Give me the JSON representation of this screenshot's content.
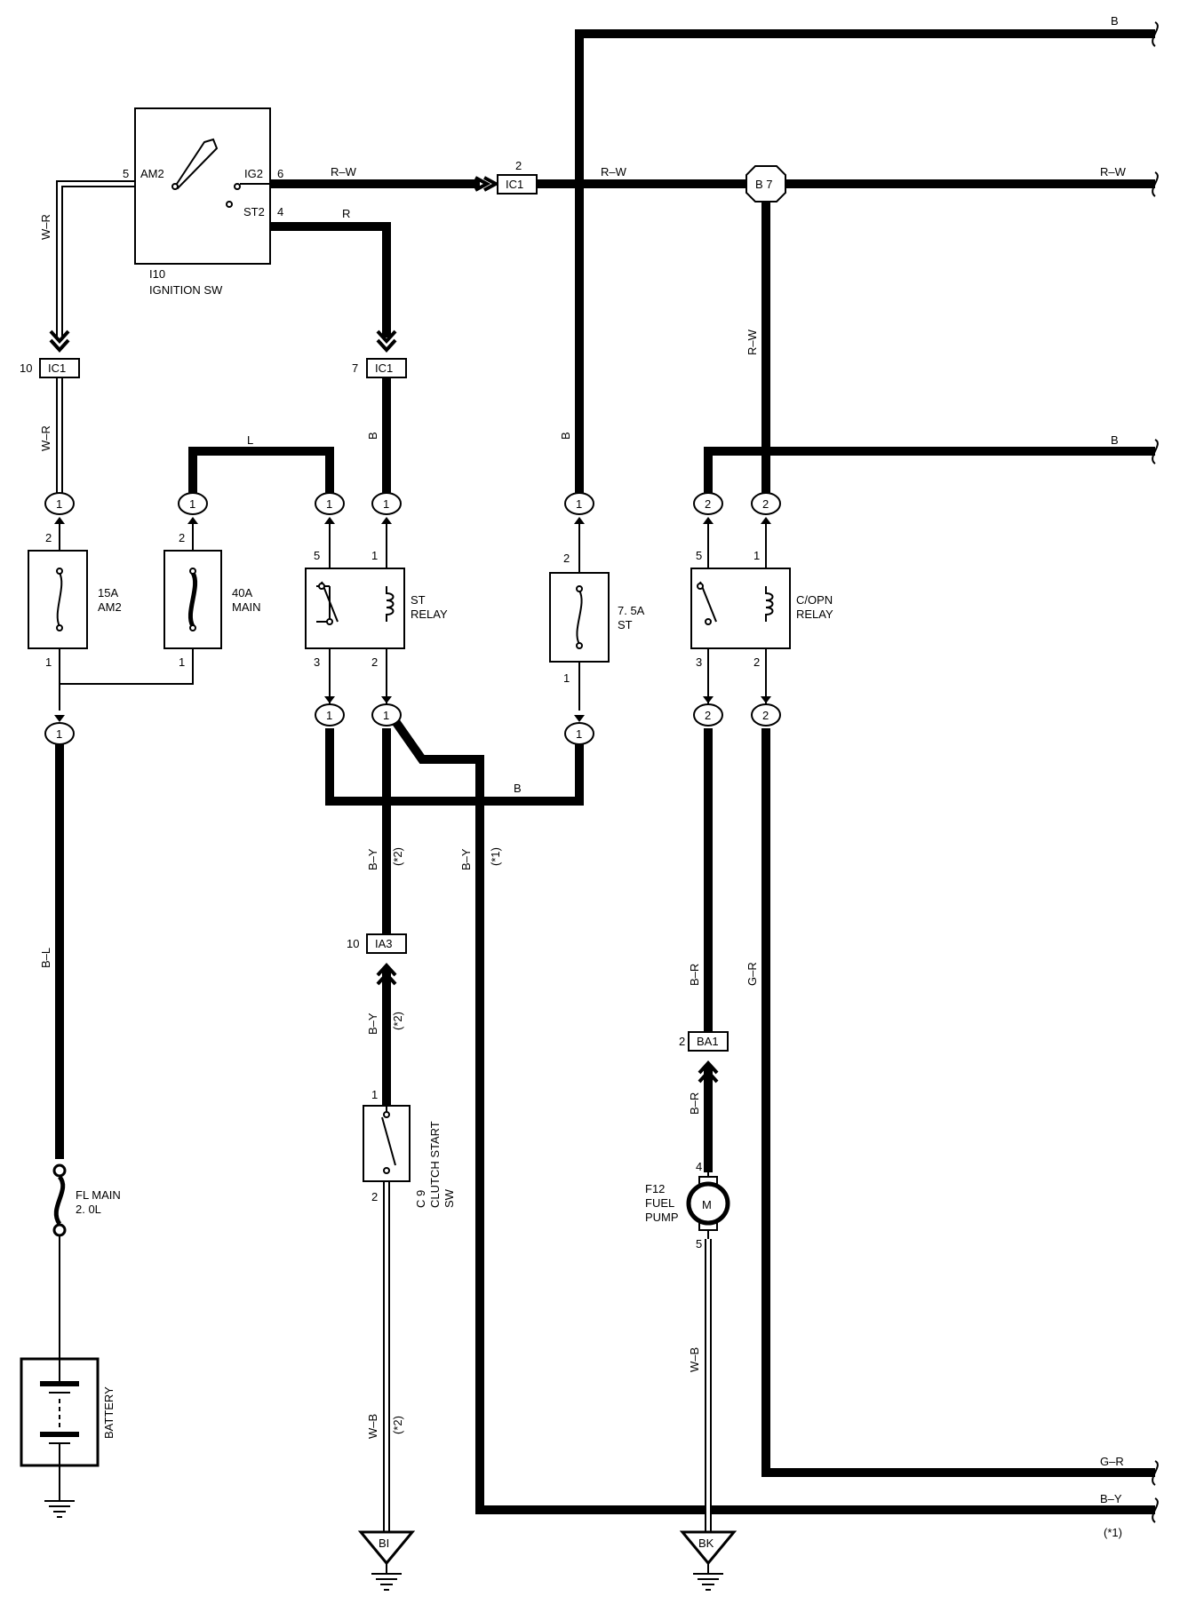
{
  "components": {
    "ignition_sw": {
      "code": "I10",
      "name": "IGNITION SW",
      "terminals": {
        "am2": "AM2",
        "ig2": "IG2",
        "st2": "ST2",
        "p5": "5",
        "p6": "6",
        "p4": "4"
      }
    },
    "fuse_am2": {
      "rating": "15A",
      "name": "AM2",
      "top": "2",
      "bottom": "1"
    },
    "fuse_main": {
      "rating": "40A",
      "name": "MAIN",
      "top": "2",
      "bottom": "1"
    },
    "st_relay": {
      "line1": "ST",
      "line2": "RELAY",
      "p5": "5",
      "p1": "1",
      "p3": "3",
      "p2": "2"
    },
    "fuse_st": {
      "rating": "7. 5A",
      "name": "ST",
      "top": "2",
      "bottom": "1"
    },
    "copn_relay": {
      "line1": "C/OPN",
      "line2": "RELAY",
      "p5": "5",
      "p1": "1",
      "p3": "3",
      "p2": "2"
    },
    "fl_main": {
      "line1": "FL MAIN",
      "line2": "2. 0L"
    },
    "battery": {
      "name": "BATTERY"
    },
    "clutch_sw": {
      "code": "C 9",
      "line1": "CLUTCH START",
      "line2": "SW",
      "p1": "1",
      "p2": "2"
    },
    "fuel_pump": {
      "code": "F12",
      "line1": "FUEL",
      "line2": "PUMP",
      "motor": "M",
      "p4": "4",
      "p5": "5"
    }
  },
  "connectors": {
    "ic1_a": {
      "label": "IC1",
      "pin": "10"
    },
    "ic1_b": {
      "label": "IC1",
      "pin": "7"
    },
    "ic1_c": {
      "label": "IC1",
      "pin": "2"
    },
    "ia3": {
      "label": "IA3",
      "pin": "10"
    },
    "ba1": {
      "label": "BA1",
      "pin": "2"
    },
    "b7": {
      "label": "B 7"
    }
  },
  "junction_pins": {
    "one": "1",
    "two": "2"
  },
  "grounds": {
    "bi": "BI",
    "bk": "BK"
  },
  "wire_colors": {
    "b": "B",
    "rw": "R–W",
    "r": "R",
    "wr": "W–R",
    "l": "L",
    "bl": "B–L",
    "by": "B–Y",
    "br": "B–R",
    "gr": "G–R",
    "wb": "W–B"
  },
  "notes": {
    "n1": "(*1)",
    "n2": "(*2)",
    "n1_edge": "(*1)"
  }
}
